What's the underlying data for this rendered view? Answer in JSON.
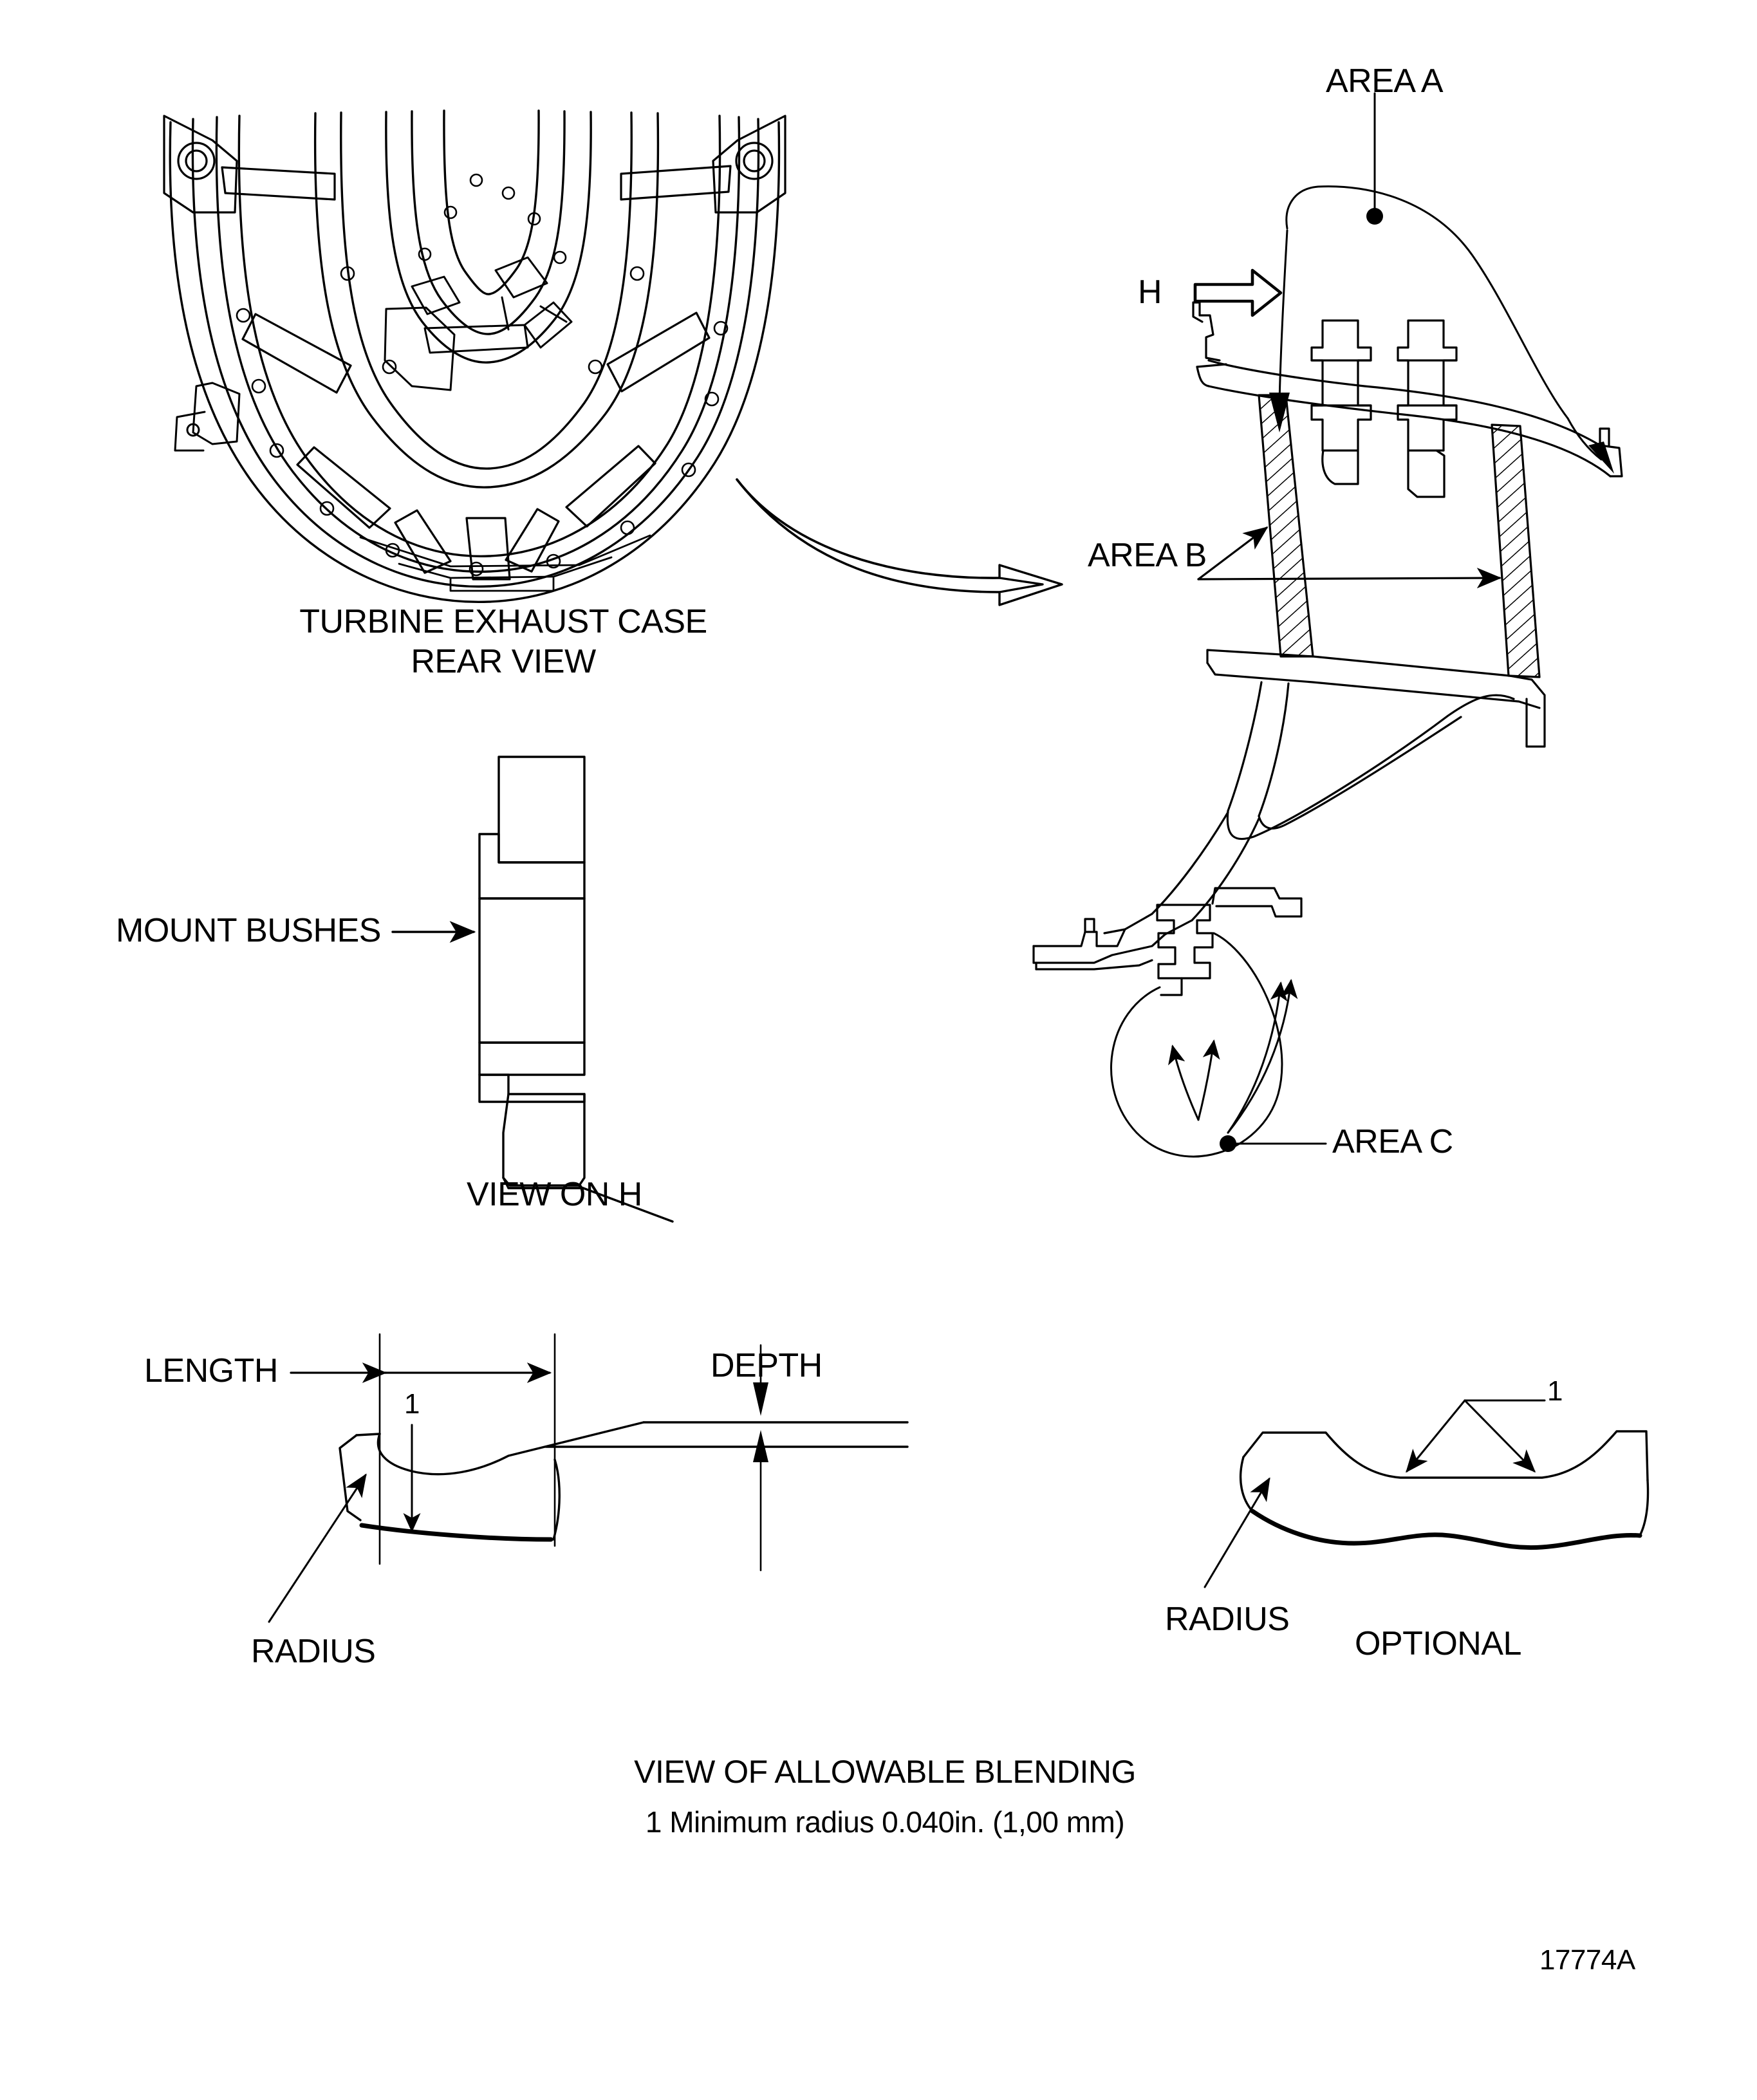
{
  "figure": {
    "number": "17774A",
    "domain": "technical-illustration",
    "subject": "Turbine Exhaust Case inspection / allowable blending limits"
  },
  "views": {
    "rear_view": {
      "title_line1": "TURBINE EXHAUST CASE",
      "title_line2": "REAR VIEW"
    },
    "section_view": {
      "area_a_label": "AREA A",
      "area_b_label": "AREA B",
      "area_c_label": "AREA C",
      "view_direction_label": "H"
    },
    "view_on_h": {
      "title": "VIEW ON H",
      "callout": "MOUNT BUSHES"
    },
    "blending": {
      "title": "VIEW OF ALLOWABLE BLENDING",
      "note": "1 Minimum radius 0.040in. (1,00 mm)",
      "length_label": "LENGTH",
      "depth_label": "DEPTH",
      "radius_label": "RADIUS",
      "item_number": "1",
      "optional_label": "OPTIONAL",
      "optional_radius_label": "RADIUS",
      "optional_item_number": "1"
    }
  },
  "colors": {
    "line": "#000000",
    "background": "#ffffff"
  }
}
